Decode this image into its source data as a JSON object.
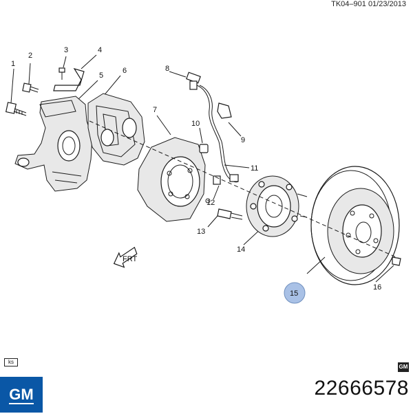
{
  "header": {
    "diagram_id": "TK04–901  01/23/2013"
  },
  "callouts": [
    "1",
    "2",
    "3",
    "4",
    "5",
    "6",
    "7",
    "8",
    "9",
    "10",
    "11",
    "12",
    "13",
    "14",
    "15",
    "16"
  ],
  "highlighted_callout": "15",
  "highlight_color": "#a9c1e6",
  "front_arrow_label": "FRT",
  "footer": {
    "ks_label": "ks",
    "brand_logo_text": "GM",
    "brand_small_text": "GM",
    "part_number": "22666578"
  },
  "colors": {
    "logo_blue": "#0a57a6"
  }
}
